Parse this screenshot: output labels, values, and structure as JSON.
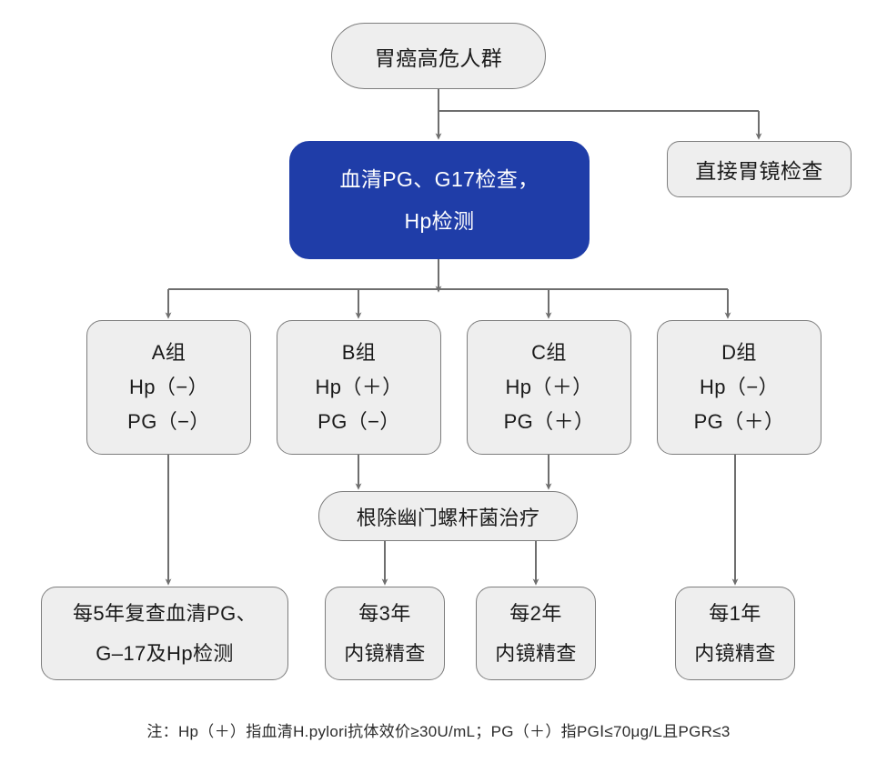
{
  "diagram": {
    "title_node": {
      "label": "胃癌高危人群"
    },
    "nodes": {
      "serum_test": {
        "line1": "血清PG、G17检查，",
        "line2": "Hp检测",
        "color": "#1f3da8"
      },
      "direct_endoscopy": {
        "label": "直接胃镜检查"
      },
      "group_a": {
        "title": "A组",
        "hp": "Hp（−）",
        "pg": "PG（−）"
      },
      "group_b": {
        "title": "B组",
        "hp": "Hp（＋）",
        "pg": "PG（−）"
      },
      "group_c": {
        "title": "C组",
        "hp": "Hp（＋）",
        "pg": "PG（＋）"
      },
      "group_d": {
        "title": "D组",
        "hp": "Hp（−）",
        "pg": "PG（＋）"
      },
      "eradication": {
        "label": "根除幽门螺杆菌治疗"
      },
      "followup_5y": {
        "line1": "每5年复查血清PG、",
        "line2": "G–17及Hp检测"
      },
      "followup_3y": {
        "line1": "每3年",
        "line2": "内镜精查"
      },
      "followup_2y": {
        "line1": "每2年",
        "line2": "内镜精查"
      },
      "followup_1y": {
        "line1": "每1年",
        "line2": "内镜精查"
      }
    },
    "footnote": "注：Hp（＋）指血清H.pylori抗体效价≥30U/mL；PG（＋）指PGⅠ≤70μg/L且PGR≤3",
    "style": {
      "node_fill": "#eeeeee",
      "node_border": "#7d7d7d",
      "connector": "#6e6e6e",
      "text": "#1a1a1a",
      "background": "#ffffff"
    }
  }
}
